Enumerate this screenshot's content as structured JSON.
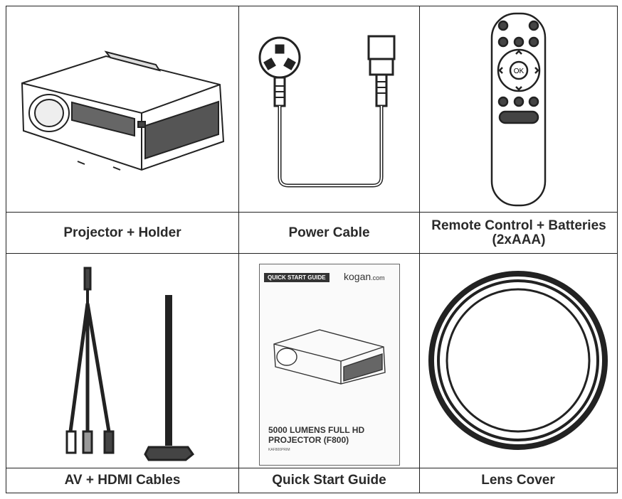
{
  "items": [
    {
      "label": "Projector + Holder"
    },
    {
      "label": "Power Cable"
    },
    {
      "label": "Remote Control + Batteries (2xAAA)"
    },
    {
      "label": "AV + HDMI Cables"
    },
    {
      "label": "Quick Start Guide"
    },
    {
      "label": "Lens Cover"
    }
  ],
  "guide": {
    "tag": "QUICK START GUIDE",
    "brand": "kogan",
    "brand_suffix": ".com",
    "title_line1": "5000 LUMENS FULL HD",
    "title_line2": "PROJECTOR (F800)",
    "code": "KAF800PRIM"
  },
  "remote": {
    "ok_label": "OK"
  },
  "colors": {
    "line": "#222222",
    "text": "#2a2a2a"
  }
}
